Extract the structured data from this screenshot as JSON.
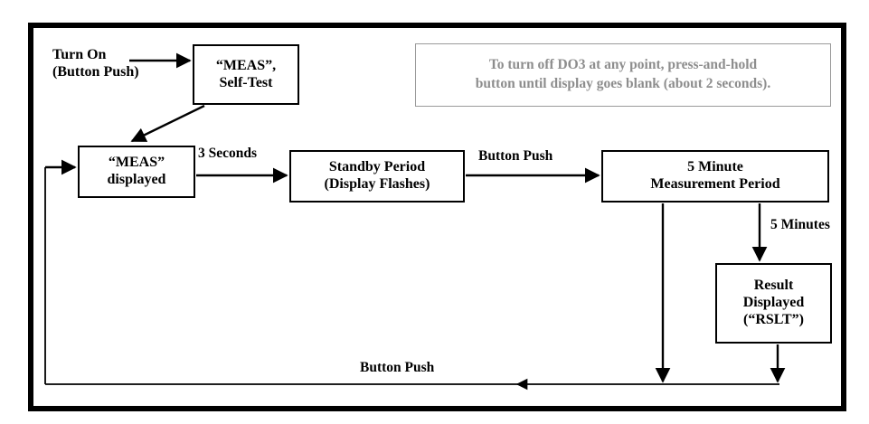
{
  "diagram": {
    "title_note": {
      "lines": [
        "To turn off DO3 at any point, press-and-hold",
        "button until display goes blank (about 2 seconds)."
      ],
      "text_color": "#8d8d8d",
      "border_color": "#9a9a9a"
    },
    "nodes": [
      {
        "id": "self-test",
        "lines": [
          "“MEAS”,",
          "Self-Test"
        ]
      },
      {
        "id": "meas-displayed",
        "lines": [
          "“MEAS”",
          "displayed"
        ]
      },
      {
        "id": "standby",
        "lines": [
          "Standby Period",
          "(Display Flashes)"
        ]
      },
      {
        "id": "measure-period",
        "lines": [
          "5 Minute",
          "Measurement Period"
        ]
      },
      {
        "id": "result",
        "lines": [
          "Result",
          "Displayed",
          "(“RSLT”)"
        ]
      }
    ],
    "labels": {
      "turn_on": [
        "Turn On",
        "(Button Push)"
      ],
      "three_seconds": "3 Seconds",
      "button_push_to_measure": "Button Push",
      "five_minutes": "5 Minutes",
      "button_push_return": "Button Push"
    },
    "colors": {
      "frame": "#000000",
      "box_border": "#000000",
      "connector": "#000000",
      "background": "#ffffff"
    }
  }
}
